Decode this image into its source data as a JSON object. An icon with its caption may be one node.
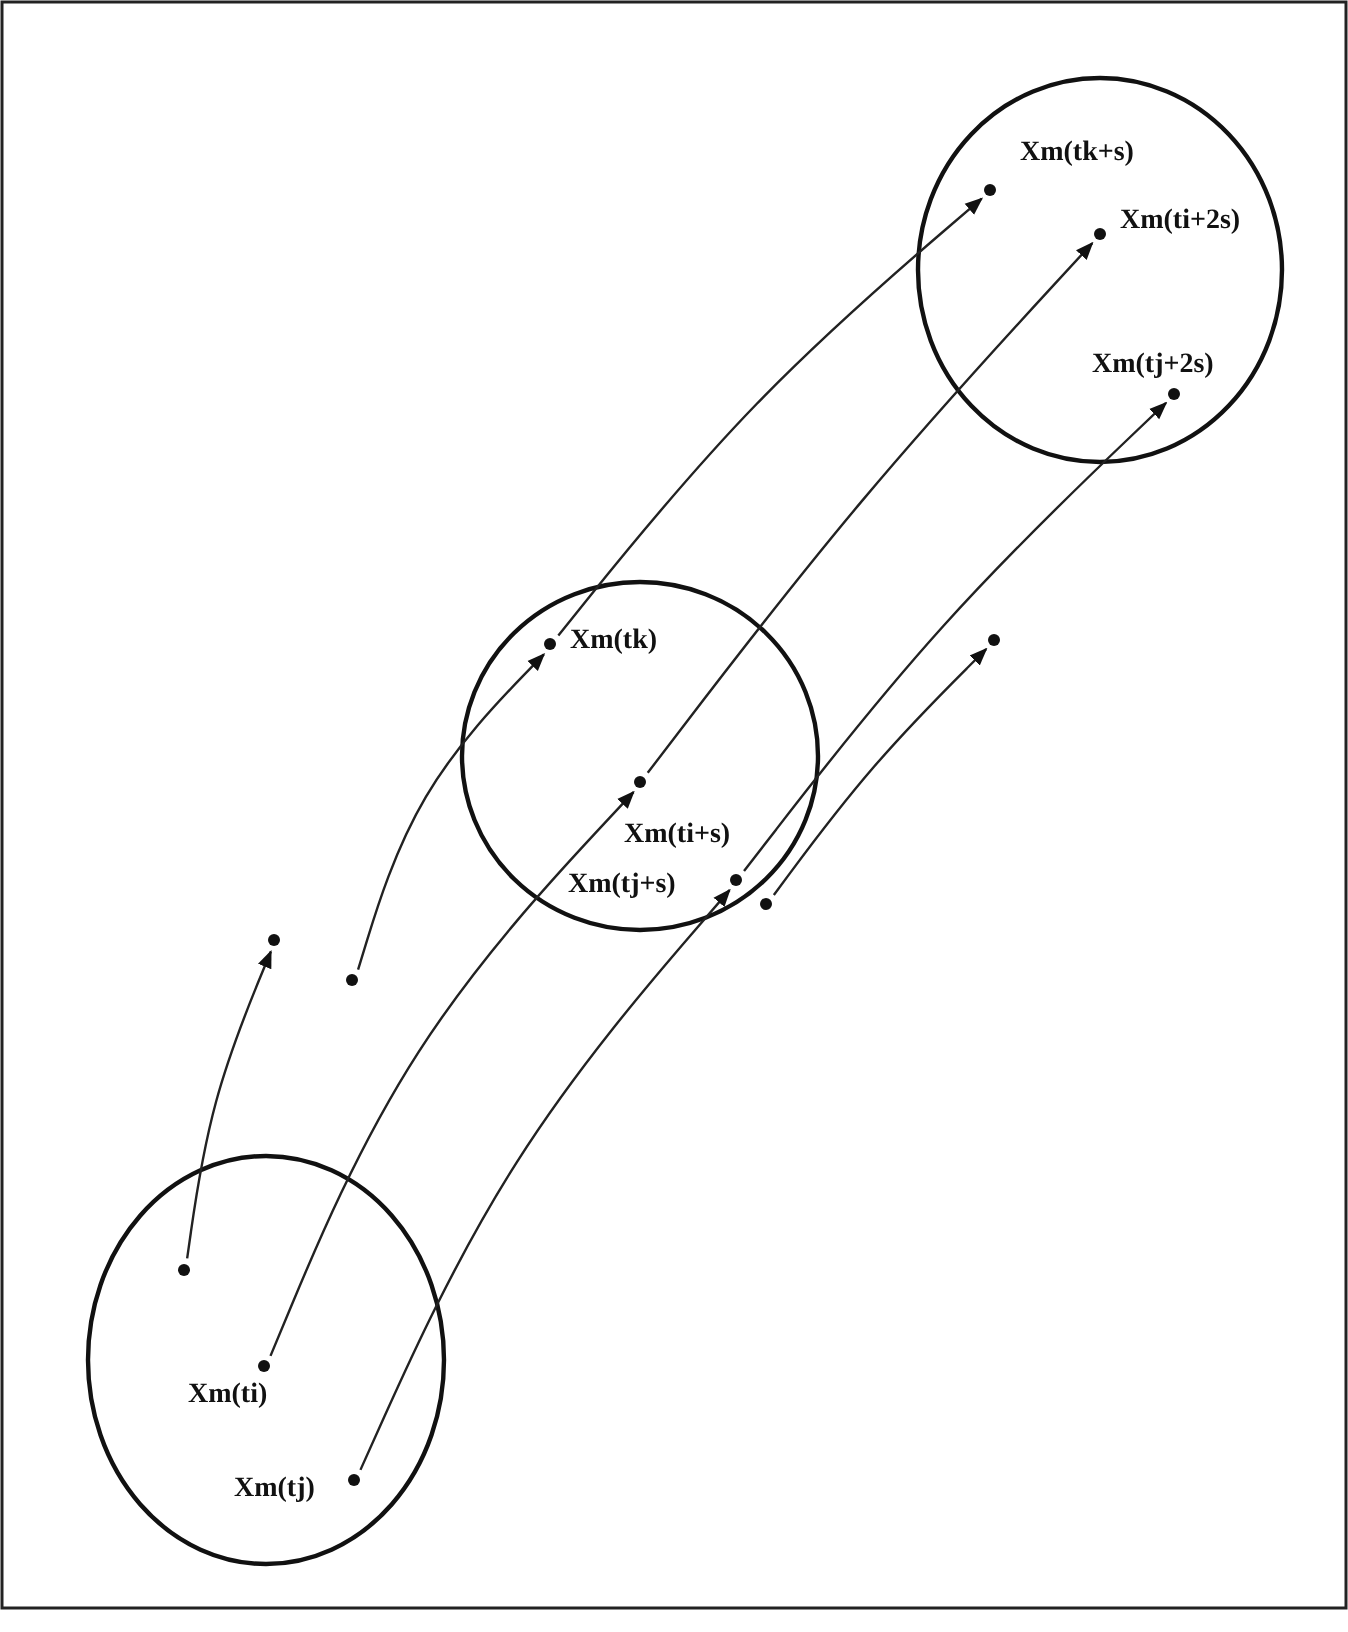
{
  "diagram": {
    "nodes": [
      {
        "text": [],
        "shape": "circle"
      },
      {
        "text": [],
        "shape": "circle",
        "in": 0,
        "beside": [
          "Xm(tk+s)"
        ]
      },
      {
        "text": [],
        "shape": "circle",
        "in": 0,
        "beside": [
          "Xm(ti+2s)"
        ]
      },
      {
        "text": [],
        "shape": "circle",
        "in": 0,
        "beside": [
          "Xm(tj+2s)"
        ]
      },
      {
        "text": [],
        "shape": "circle"
      },
      {
        "text": [],
        "shape": "circle"
      },
      {
        "text": [],
        "shape": "circle",
        "in": 5,
        "beside": [
          "Xm(tk)"
        ]
      },
      {
        "text": [],
        "shape": "circle",
        "in": 5,
        "beside": [
          "Xm(ti+s)"
        ]
      },
      {
        "text": [],
        "shape": "circle",
        "in": 5,
        "beside": [
          "Xm(tj+s)"
        ]
      },
      {
        "text": [],
        "shape": "circle"
      },
      {
        "text": [],
        "shape": "circle"
      },
      {
        "text": [],
        "shape": "circle"
      },
      {
        "text": [],
        "shape": "circle"
      },
      {
        "text": [],
        "shape": "circle",
        "in": 12
      },
      {
        "text": [],
        "shape": "circle",
        "in": 12,
        "beside": [
          "Xm(ti)"
        ]
      },
      {
        "text": [],
        "shape": "circle",
        "in": 12,
        "beside": [
          "Xm(tj)"
        ]
      }
    ],
    "edges": [
      {
        "from": 13,
        "to": 10,
        "arrow": "to"
      },
      {
        "from": 11,
        "to": 6,
        "arrow": "to"
      },
      {
        "from": 14,
        "to": 7,
        "arrow": "to"
      },
      {
        "from": 15,
        "to": 8,
        "arrow": "to"
      },
      {
        "from": 6,
        "to": 1,
        "arrow": "to"
      },
      {
        "from": 7,
        "to": 2,
        "arrow": "to"
      },
      {
        "from": 8,
        "to": 3,
        "arrow": "to"
      },
      {
        "from": 9,
        "to": 4,
        "arrow": "to"
      }
    ]
  }
}
